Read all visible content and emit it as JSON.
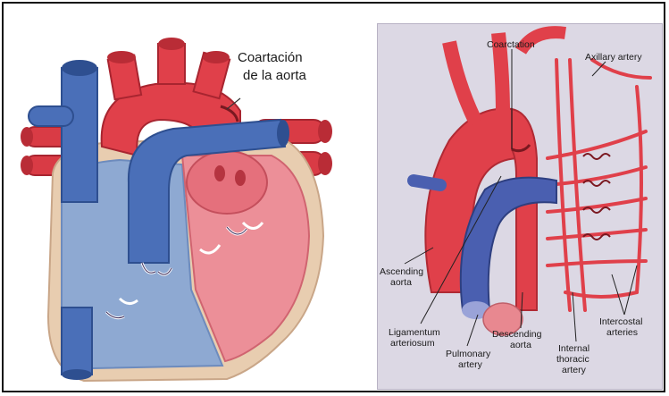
{
  "left_panel": {
    "label_line1": "Coartación",
    "label_line2": "de la aorta"
  },
  "right_panel": {
    "labels": {
      "coarctation": "Coarctation",
      "axillary_artery": "Axillary artery",
      "ascending_aorta_1": "Ascending",
      "ascending_aorta_2": "aorta",
      "ligamentum_1": "Ligamentum",
      "ligamentum_2": "arteriosum",
      "pulmonary_1": "Pulmonary",
      "pulmonary_2": "artery",
      "descending_1": "Descending",
      "descending_2": "aorta",
      "internal_1": "Internal",
      "internal_2": "thoracic",
      "internal_3": "artery",
      "intercostal_1": "Intercostal",
      "intercostal_2": "arteries"
    }
  },
  "colors": {
    "artery_red": "#e0404a",
    "vein_blue": "#4a6fb8",
    "ventricle_blue": "#8aa6cf",
    "wall_tan": "#e6c9a8",
    "background_lavender": "#dcd8e4"
  }
}
